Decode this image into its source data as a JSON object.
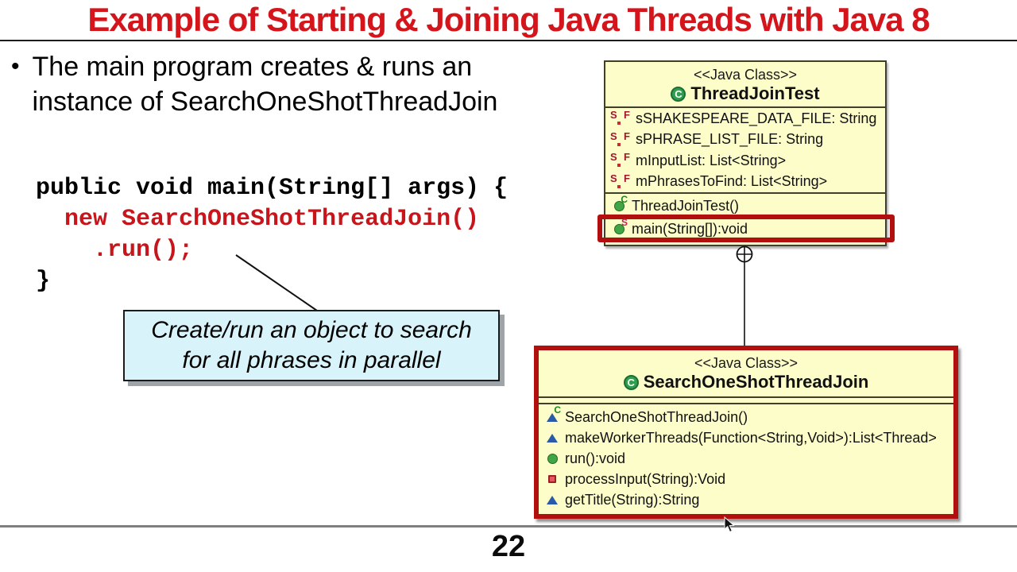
{
  "slide": {
    "title": "Example of Starting & Joining Java Threads with Java 8",
    "page_number": "22"
  },
  "bullet": {
    "marker": "•",
    "text": "The main program creates & runs an instance of SearchOneShotThreadJoin"
  },
  "code": {
    "lines": [
      {
        "text": "public void main(String[] args) {",
        "color": "black"
      },
      {
        "text": "  new SearchOneShotThreadJoin()",
        "color": "red"
      },
      {
        "text": "    .run();",
        "color": "red"
      },
      {
        "text": "}",
        "color": "black"
      }
    ]
  },
  "callout": {
    "line1": "Create/run an object to search",
    "line2": "for all phrases in parallel"
  },
  "uml": {
    "stereotype": "<<Java Class>>",
    "class1": {
      "name": "ThreadJoinTest",
      "fields": [
        "sSHAKESPEARE_DATA_FILE: String",
        "sPHRASE_LIST_FILE: String",
        "mInputList: List<String>",
        "mPhrasesToFind: List<String>"
      ],
      "methods": [
        {
          "icon": "public-constructor-icon",
          "text": "ThreadJoinTest()"
        },
        {
          "icon": "public-static-method-icon",
          "text": "main(String[]):void",
          "highlighted": true
        }
      ]
    },
    "class2": {
      "name": "SearchOneShotThreadJoin",
      "methods": [
        {
          "icon": "protected-constructor-icon",
          "text": "SearchOneShotThreadJoin()"
        },
        {
          "icon": "protected-method-icon",
          "text": "makeWorkerThreads(Function<String,Void>):List<Thread>"
        },
        {
          "icon": "public-method-icon",
          "text": "run():void"
        },
        {
          "icon": "private-method-icon",
          "text": "processInput(String):Void"
        },
        {
          "icon": "protected-method-icon",
          "text": "getTitle(String):String"
        }
      ]
    }
  },
  "icons": {
    "static_badge": "S",
    "final_badge": "F",
    "constructor_badge": "C",
    "class_badge": "C"
  },
  "colors": {
    "title_red": "#D4151B",
    "code_red": "#C8151B",
    "highlight_red": "#B2100F",
    "class_box_fill": "#FDFDC9",
    "callout_fill": "#D8F3FA",
    "footer_line_gray": "#7F7F7F"
  }
}
